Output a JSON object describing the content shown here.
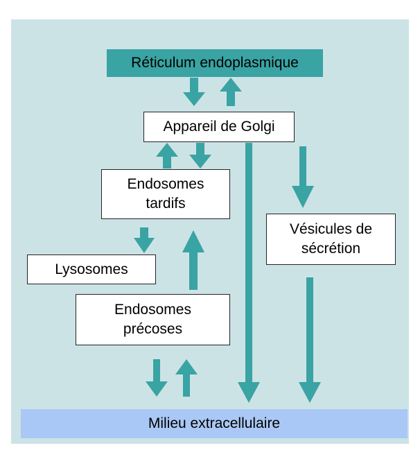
{
  "colors": {
    "panel": "#cce3e6",
    "arrow": "#3aa3a3",
    "er_box": "#3aa3a3",
    "milieu_box": "#aac8f5"
  },
  "nodes": {
    "reticulum": "Réticulum endoplasmique",
    "golgi": "Appareil de Golgi",
    "late_endosomes": "Endosomes\ntardifs",
    "lysosomes": "Lysosomes",
    "early_endosomes": "Endosomes\nprécoses",
    "secretion_vesicles": "Vésicules de\nsécrétion",
    "milieu": "Milieu extracellulaire"
  },
  "arrows": [
    {
      "id": "er-to-golgi",
      "direction": "down"
    },
    {
      "id": "golgi-to-er",
      "direction": "up"
    },
    {
      "id": "late-to-golgi",
      "direction": "up"
    },
    {
      "id": "golgi-to-late",
      "direction": "down"
    },
    {
      "id": "golgi-to-milieu",
      "direction": "down"
    },
    {
      "id": "golgi-to-vesicles",
      "direction": "down"
    },
    {
      "id": "late-to-lysosomes",
      "direction": "down"
    },
    {
      "id": "early-to-late",
      "direction": "up"
    },
    {
      "id": "vesicles-to-milieu",
      "direction": "down"
    },
    {
      "id": "early-to-milieu",
      "direction": "down"
    },
    {
      "id": "milieu-to-early",
      "direction": "up"
    }
  ]
}
